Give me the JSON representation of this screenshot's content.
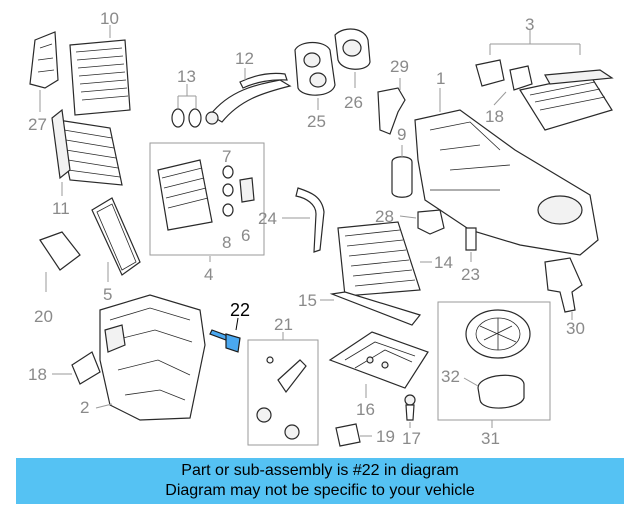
{
  "labels": {
    "p1": "1",
    "p2": "2",
    "p3": "3",
    "p4": "4",
    "p5": "5",
    "p6": "6",
    "p7": "7",
    "p8": "8",
    "p9": "9",
    "p10": "10",
    "p11": "11",
    "p12": "12",
    "p13": "13",
    "p14": "14",
    "p15": "15",
    "p16": "16",
    "p17": "17",
    "p18a": "18",
    "p18b": "18",
    "p19": "19",
    "p20": "20",
    "p21": "21",
    "p22": "22",
    "p23": "23",
    "p24": "24",
    "p25": "25",
    "p26": "26",
    "p27": "27",
    "p28": "28",
    "p29": "29",
    "p30": "30",
    "p31": "31",
    "p32": "32"
  },
  "highlight_part": "22",
  "highlight_color": "#4aa8f0",
  "caption": {
    "line1": "Part or sub-assembly is #22 in diagram",
    "line2": "Diagram may not be specific to your vehicle",
    "background": "#55c2f3"
  }
}
